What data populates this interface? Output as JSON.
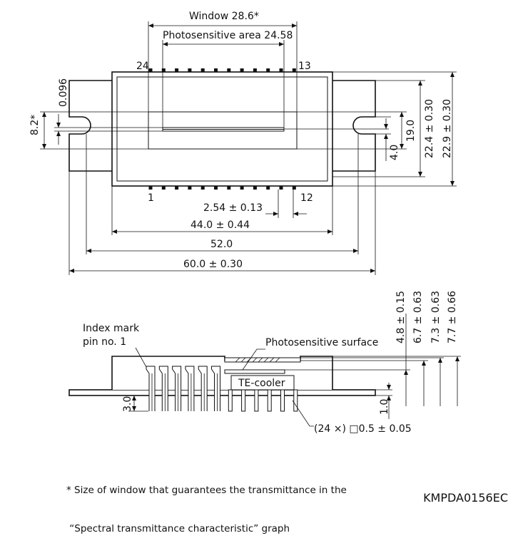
{
  "top_view": {
    "window_label": "Window 28.6*",
    "photosensitive_area_label": "Photosensitive area 24.58",
    "pin_24": "24",
    "pin_13": "13",
    "pin_1": "1",
    "pin_12": "12",
    "dim_0096": "0.096",
    "dim_82": "8.2*",
    "dim_190": "19.0",
    "dim_40": "4.0",
    "dim_224": "22.4 ± 0.30",
    "dim_229": "22.9 ± 0.30",
    "dim_254": "2.54 ± 0.13",
    "dim_440": "44.0 ± 0.44",
    "dim_520": "52.0",
    "dim_600": "60.0 ± 0.30"
  },
  "side_view": {
    "index_mark_line1": "Index mark",
    "index_mark_line2": "pin no. 1",
    "photosensitive_surface": "Photosensitive surface",
    "te_cooler": "TE-cooler",
    "dim_48": "4.8 ± 0.15",
    "dim_67": "6.7 ± 0.63",
    "dim_73": "7.3 ± 0.63",
    "dim_77": "7.7 ± 0.66",
    "dim_30": "3.0",
    "dim_10": "1.0",
    "pin_spec": "(24 ×) □0.5 ± 0.05"
  },
  "footnote": {
    "line1": "* Size of window that guarantees the transmittance in the",
    "line2": " “Spectral transmittance characteristic” graph"
  },
  "drawing_code": "KMPDA0156EC"
}
